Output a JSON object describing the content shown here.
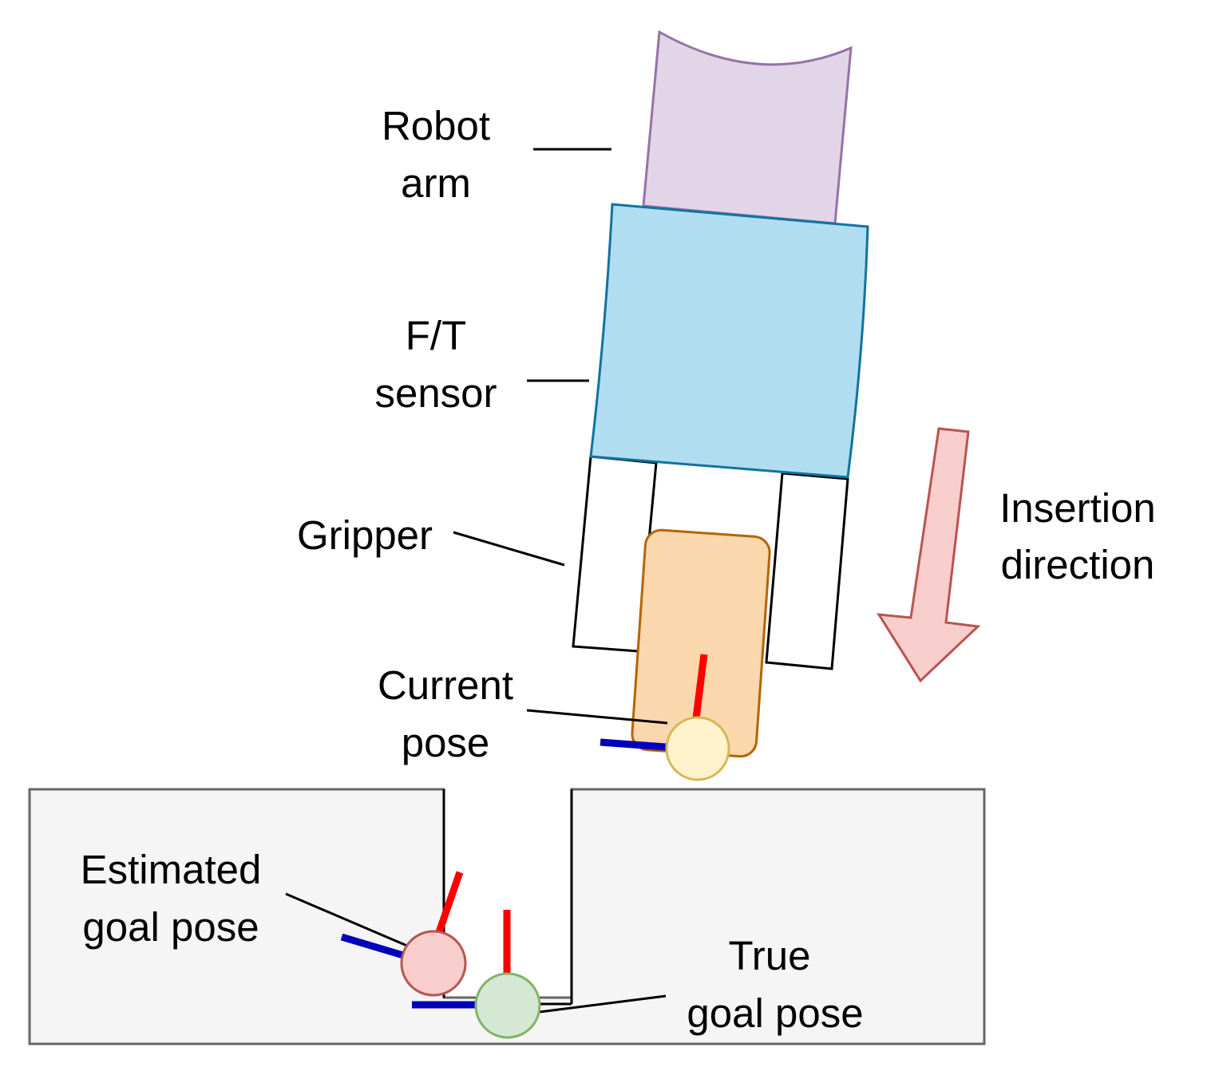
{
  "labels": {
    "robot_arm": [
      "Robot",
      "arm"
    ],
    "ft_sensor": [
      "F/T",
      "sensor"
    ],
    "gripper": [
      "Gripper"
    ],
    "insertion_direction": [
      "Insertion",
      "direction"
    ],
    "current_pose": [
      "Current",
      "pose"
    ],
    "estimated_goal_pose": [
      "Estimated",
      "goal pose"
    ],
    "true_goal_pose": [
      "True",
      "goal pose"
    ]
  },
  "colors": {
    "robot_arm_fill": "#e1d5e7",
    "robot_arm_stroke": "#9673a6",
    "sensor_fill": "#b1ddf0",
    "sensor_stroke": "#10739e",
    "peg_fill": "#fad7ac",
    "peg_stroke": "#b46504",
    "arrow_fill": "#f8cecc",
    "arrow_stroke": "#b85450",
    "base_fill": "#f5f5f5",
    "base_stroke": "#666666",
    "current_pose_fill": "#fff2cc",
    "current_pose_stroke": "#d6b656",
    "estimated_pose_fill": "#f8cecc",
    "estimated_pose_stroke": "#b85450",
    "true_pose_fill": "#d5e8d4",
    "true_pose_stroke": "#82b366",
    "axis_x": "#ff0000",
    "axis_y": "#0000bb"
  }
}
